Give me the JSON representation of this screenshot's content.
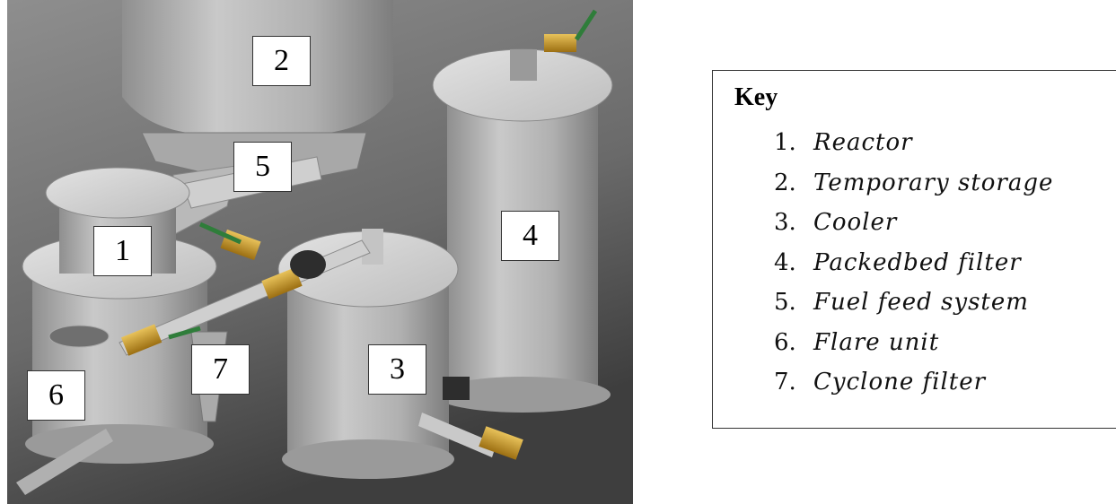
{
  "figure": {
    "components": [
      {
        "id": "reactor",
        "number": "1"
      },
      {
        "id": "temporary-storage",
        "number": "2"
      },
      {
        "id": "cooler",
        "number": "3"
      },
      {
        "id": "packedbed-filter",
        "number": "4"
      },
      {
        "id": "fuel-feed-system",
        "number": "5"
      },
      {
        "id": "flare-unit",
        "number": "6"
      },
      {
        "id": "cyclone-filter",
        "number": "7"
      }
    ],
    "colors": {
      "background_light": "#8a8a8a",
      "background_dark": "#3e3e3e",
      "steel": "#b5b5b5",
      "brass": "#c89a2a",
      "hose": "#2f7d3a"
    }
  },
  "key": {
    "title": "Key",
    "items": [
      {
        "index": "1.",
        "label": "Reactor"
      },
      {
        "index": "2.",
        "label": "Temporary storage"
      },
      {
        "index": "3.",
        "label": "Cooler"
      },
      {
        "index": "4.",
        "label": "Packedbed filter"
      },
      {
        "index": "5.",
        "label": "Fuel feed system"
      },
      {
        "index": "6.",
        "label": "Flare unit"
      },
      {
        "index": "7.",
        "label": "Cyclone filter"
      }
    ]
  }
}
